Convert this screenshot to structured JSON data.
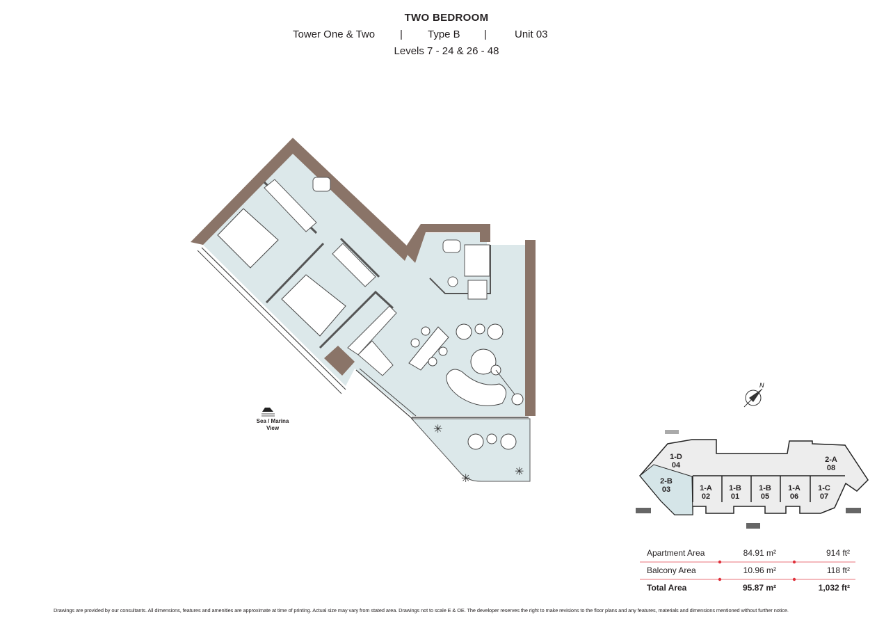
{
  "header": {
    "title": "TWO BEDROOM",
    "tower": "Tower One & Two",
    "separator": "|",
    "type": "Type B",
    "unit": "Unit 03",
    "levels": "Levels 7 - 24 & 26 - 48"
  },
  "plan": {
    "view_line1": "Sea / Marina",
    "view_line2": "View",
    "compass_label": "N",
    "wall_color": "#8a7468",
    "floor_color": "#dce8ea"
  },
  "key_plan": {
    "units": [
      {
        "type": "1-D",
        "no": "04"
      },
      {
        "type": "2-B",
        "no": "03",
        "highlight": true
      },
      {
        "type": "1-A",
        "no": "02"
      },
      {
        "type": "1-B",
        "no": "01"
      },
      {
        "type": "1-B",
        "no": "05"
      },
      {
        "type": "1-A",
        "no": "06"
      },
      {
        "type": "1-C",
        "no": "07"
      },
      {
        "type": "2-A",
        "no": "08"
      }
    ]
  },
  "areas": {
    "rows": [
      {
        "label": "Apartment Area",
        "m2": "84.91  m²",
        "ft2": "914  ft²"
      },
      {
        "label": "Balcony Area",
        "m2": "10.96  m²",
        "ft2": "118  ft²"
      },
      {
        "label": "Total Area",
        "m2": "95.87  m²",
        "ft2": "1,032  ft²"
      }
    ],
    "line_color": "#e8737a"
  },
  "footer": {
    "disclaimer": "Drawings are provided by our consultants. All dimensions, features and amenities are approximate at time of printing.  Actual size may vary from stated area. Drawings not to scale E & OE. The developer reserves the right to make revisions to the floor plans and any features, materials and dimensions mentioned without further notice."
  }
}
